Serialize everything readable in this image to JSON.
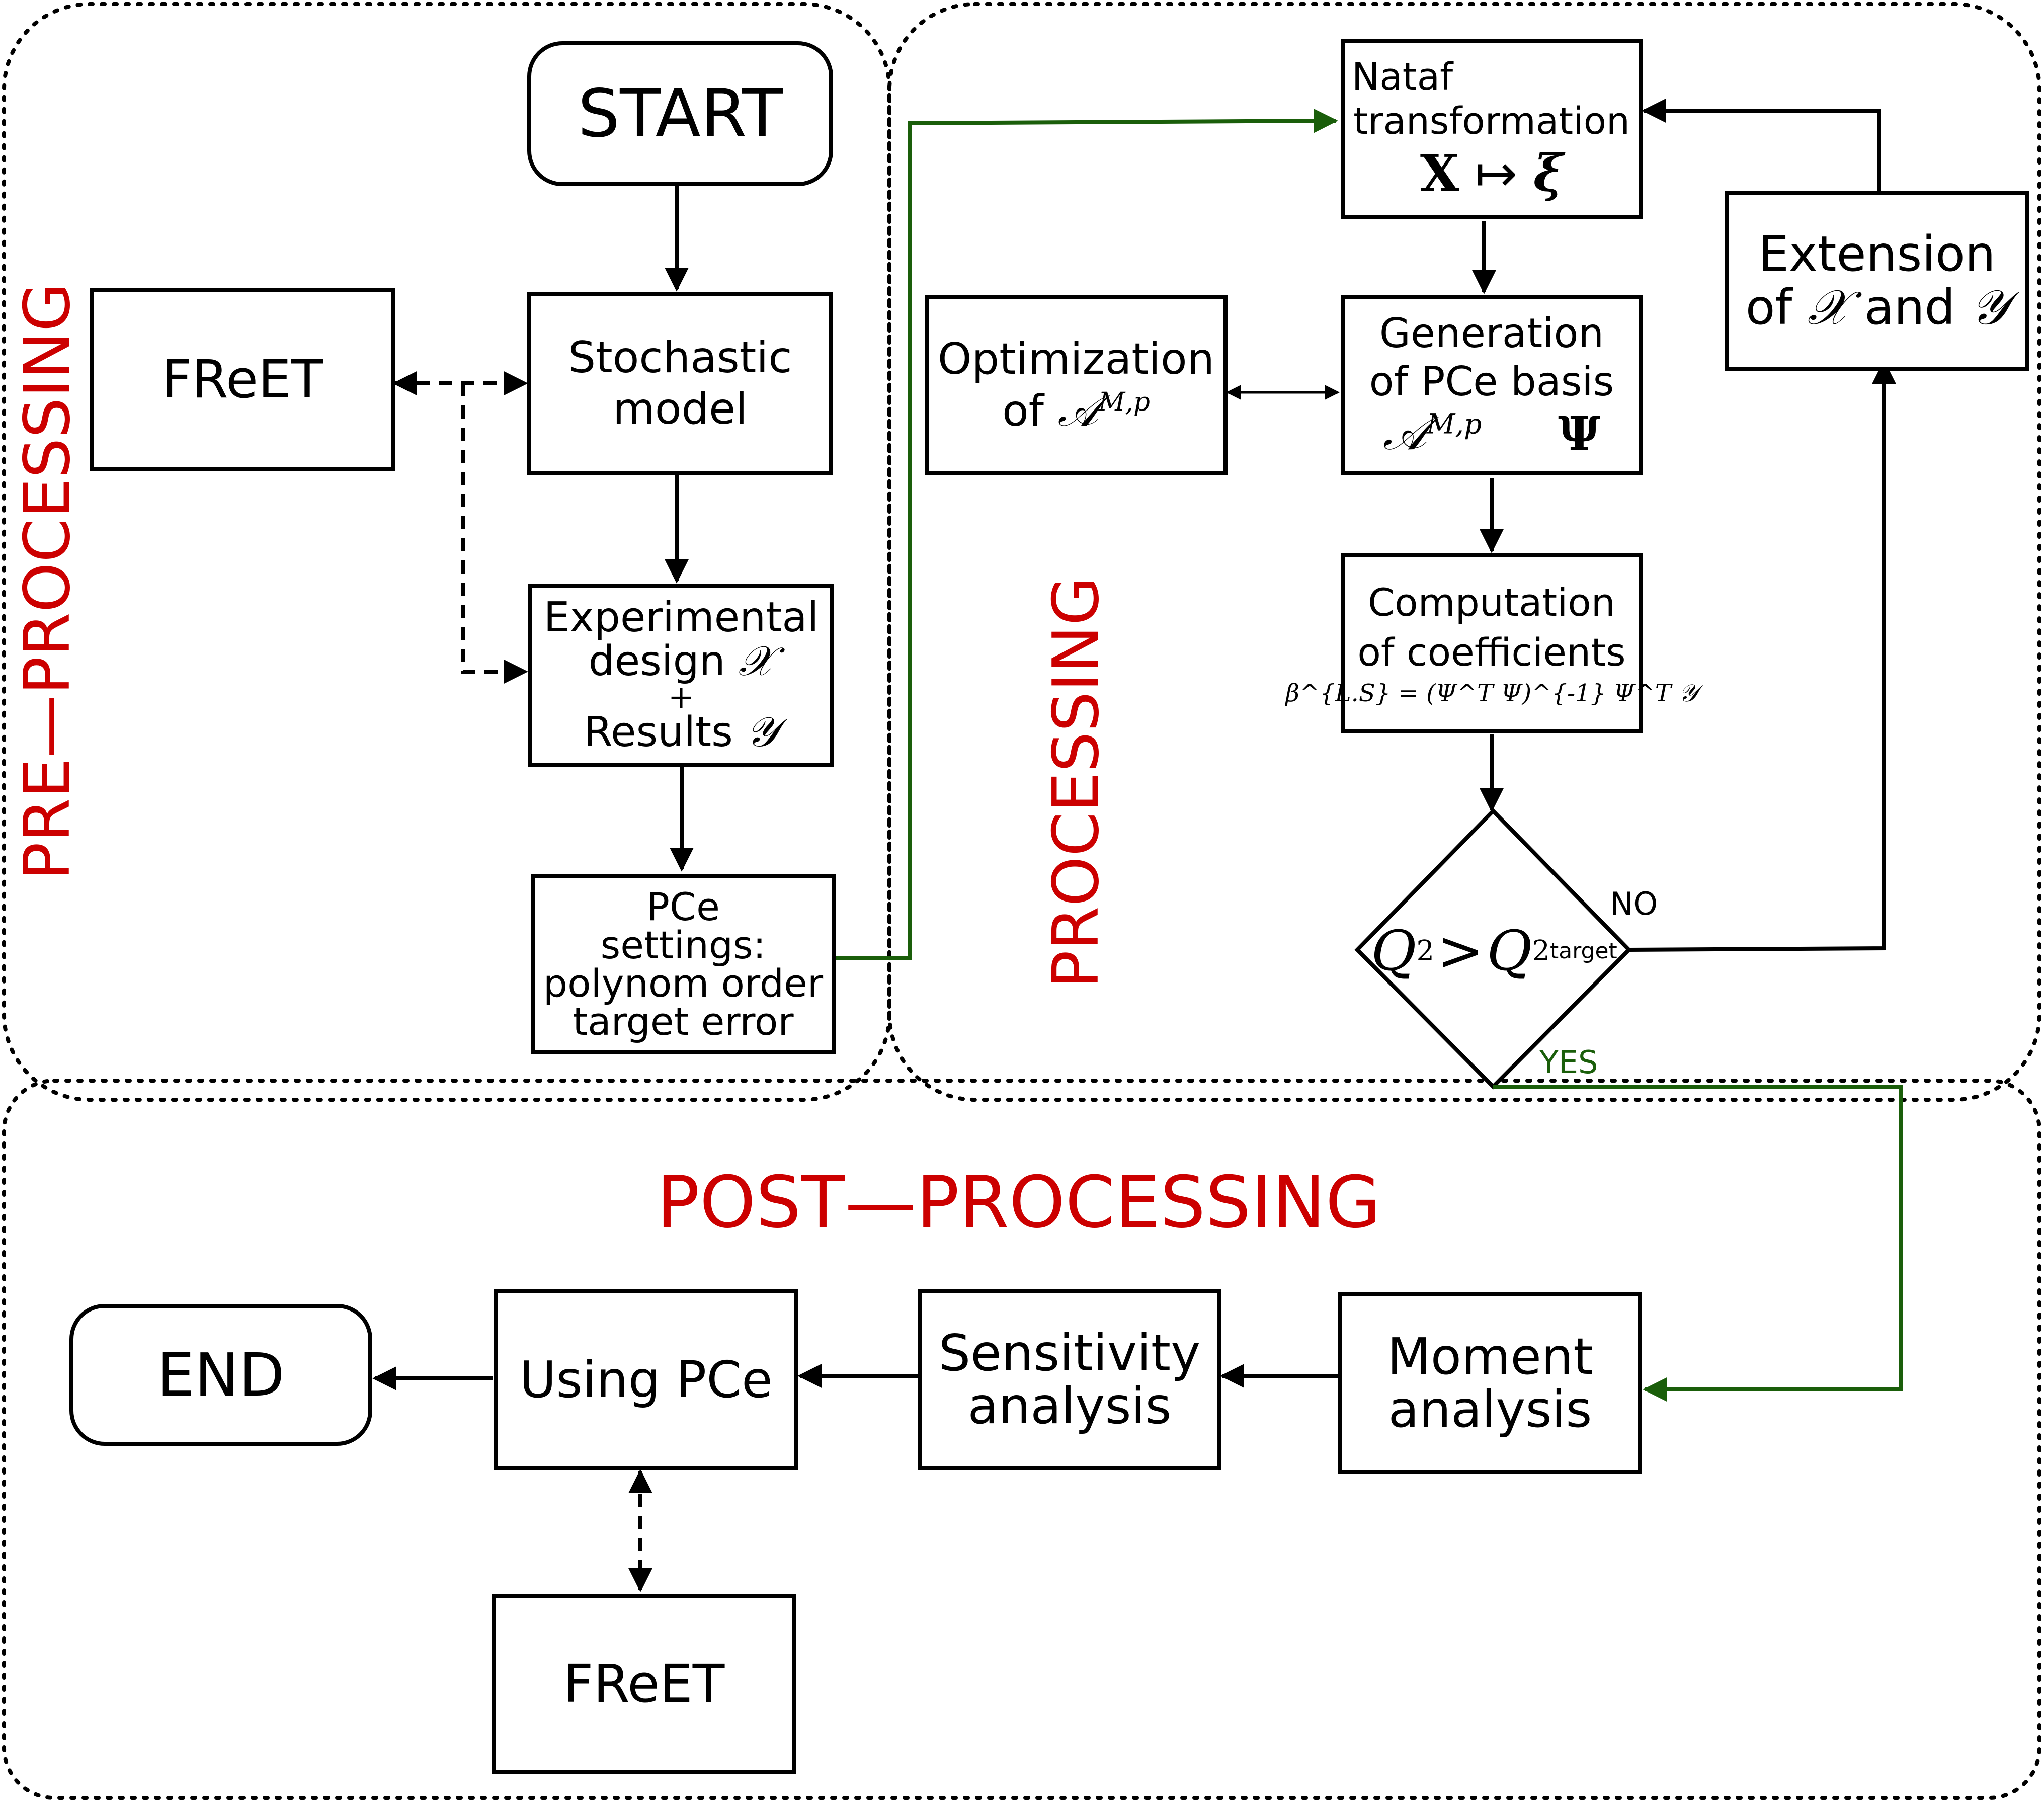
{
  "sections": {
    "pre": "PRE—PROCESSING",
    "proc": "PROCESSING",
    "post": "POST—PROCESSING"
  },
  "nodes": {
    "start": "START",
    "freet_top": "FReET",
    "stochastic": [
      "Stochastic",
      "model"
    ],
    "experimental": {
      "line1": "Experimental",
      "line2": "design",
      "x_symbol": "𝒳",
      "plus": "+",
      "line4": "Results",
      "y_symbol": "𝒴"
    },
    "pce_settings": [
      "PCe",
      "settings:",
      "polynom order",
      "target error"
    ],
    "nataf": {
      "line1": "Nataf",
      "line2": "transformation",
      "formula_left": "X",
      "formula_arrow": "↦",
      "formula_right": "ξ"
    },
    "optimization": {
      "line1": "Optimization",
      "line2": "of",
      "symbol": "𝒜",
      "sup": "M,p"
    },
    "generation": {
      "line1": "Generation",
      "line2": "of PCe basis",
      "symbol": "𝒜",
      "sup": "M,p",
      "psi": "Ψ"
    },
    "computation": {
      "line1": "Computation",
      "line2": "of coefficients",
      "formula": "β^{L.S} = (Ψ^T Ψ)^{-1} Ψ^T 𝒴"
    },
    "decision": {
      "q": "Q",
      "sup": "2",
      "gt": ">",
      "qt": "Q",
      "qt_sup": "2",
      "qt_sub": "target"
    },
    "extension": {
      "line1": "Extension",
      "of": "of",
      "x_symbol": "𝒳",
      "and": "and",
      "y_symbol": "𝒴"
    },
    "end": "END",
    "using_pce": "Using PCe",
    "sensitivity": [
      "Sensitivity",
      "analysis"
    ],
    "moment": [
      "Moment",
      "analysis"
    ],
    "freet_bottom": "FReET"
  },
  "edge_labels": {
    "no": "NO",
    "yes": "YES"
  },
  "colors": {
    "section_title": "#cc0000",
    "flow_green": "#1a5e0a",
    "line": "#000000"
  }
}
